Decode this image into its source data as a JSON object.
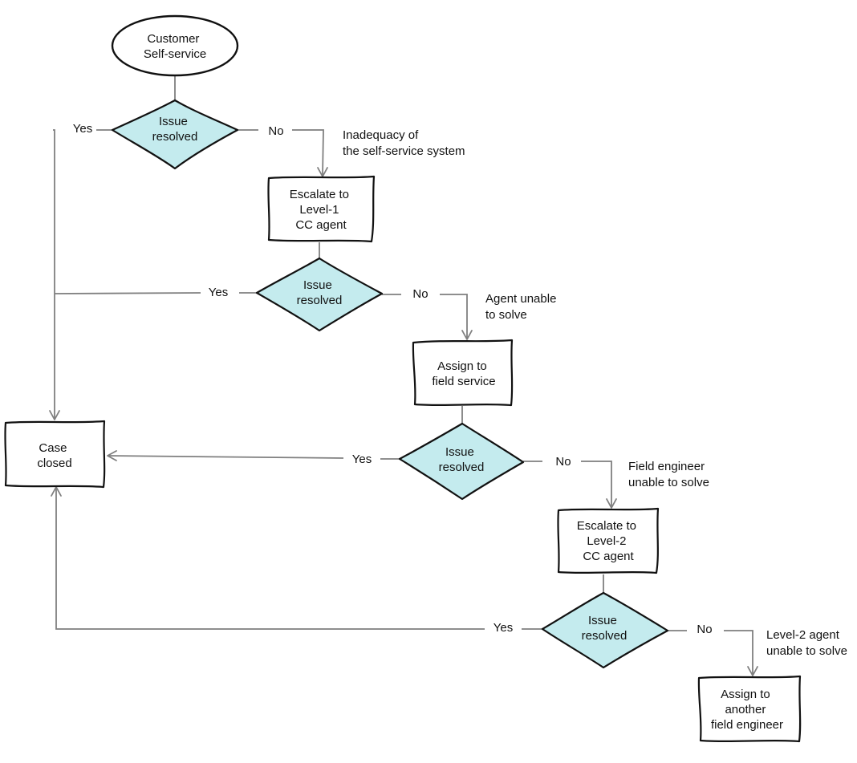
{
  "colors": {
    "decision_fill": "#c4ebee",
    "outline": "#111111",
    "connector": "#7f7f7f"
  },
  "nodes": {
    "start": {
      "lines": [
        "Customer",
        "Self-service"
      ]
    },
    "decision1": {
      "lines": [
        "Issue",
        "resolved"
      ]
    },
    "escalate_level1": {
      "lines": [
        "Escalate to",
        "Level-1",
        "CC agent"
      ]
    },
    "decision2": {
      "lines": [
        "Issue",
        "resolved"
      ]
    },
    "assign_field": {
      "lines": [
        "Assign to",
        "field service"
      ]
    },
    "decision3": {
      "lines": [
        "Issue",
        "resolved"
      ]
    },
    "escalate_level2": {
      "lines": [
        "Escalate to",
        "Level-2",
        "CC agent"
      ]
    },
    "decision4": {
      "lines": [
        "Issue",
        "resolved"
      ]
    },
    "assign_another": {
      "lines": [
        "Assign to",
        "another",
        "field engineer"
      ]
    },
    "case_closed": {
      "lines": [
        "Case",
        "closed"
      ]
    }
  },
  "edge_labels": {
    "yes": "Yes",
    "no": "No"
  },
  "notes": {
    "note1": [
      "Inadequacy of",
      "the self-service system"
    ],
    "note2": [
      "Agent unable",
      "to solve"
    ],
    "note3": [
      "Field engineer",
      "unable to solve"
    ],
    "note4": [
      "Level-2 agent",
      "unable to solve"
    ]
  }
}
